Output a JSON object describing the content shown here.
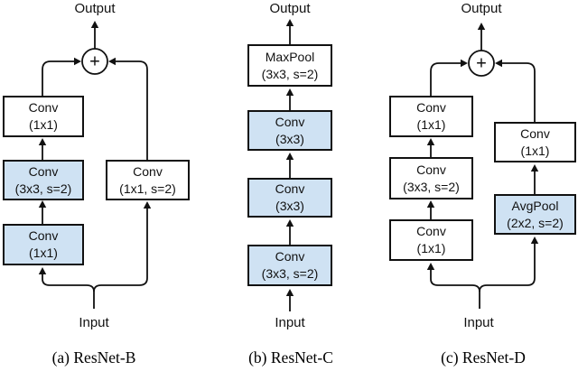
{
  "figure": {
    "panels": [
      {
        "caption": "(a) ResNet-B",
        "output_label": "Output",
        "input_label": "Input",
        "plus_symbol": "+",
        "blocks": [
          {
            "label": "Conv",
            "detail": "(1x1)",
            "highlighted": false
          },
          {
            "label": "Conv",
            "detail": "(3x3, s=2)",
            "highlighted": true
          },
          {
            "label": "Conv",
            "detail": "(1x1)",
            "highlighted": true
          },
          {
            "label": "Conv",
            "detail": "(1x1, s=2)",
            "highlighted": false
          }
        ]
      },
      {
        "caption": "(b) ResNet-C",
        "output_label": "Output",
        "input_label": "Input",
        "blocks": [
          {
            "label": "MaxPool",
            "detail": "(3x3, s=2)",
            "highlighted": false
          },
          {
            "label": "Conv",
            "detail": "(3x3)",
            "highlighted": true
          },
          {
            "label": "Conv",
            "detail": "(3x3)",
            "highlighted": true
          },
          {
            "label": "Conv",
            "detail": "(3x3, s=2)",
            "highlighted": true
          }
        ]
      },
      {
        "caption": "(c) ResNet-D",
        "output_label": "Output",
        "input_label": "Input",
        "plus_symbol": "+",
        "blocks": [
          {
            "label": "Conv",
            "detail": "(1x1)",
            "highlighted": false
          },
          {
            "label": "Conv",
            "detail": "(3x3, s=2)",
            "highlighted": false
          },
          {
            "label": "Conv",
            "detail": "(1x1)",
            "highlighted": false
          },
          {
            "label": "Conv",
            "detail": "(1x1)",
            "highlighted": false
          },
          {
            "label": "AvgPool",
            "detail": "(2x2, s=2)",
            "highlighted": true
          }
        ]
      }
    ]
  },
  "colors": {
    "highlight_fill": "#cfe2f3",
    "line_color": "#111111",
    "text_color": "#111111",
    "background": "#ffffff"
  }
}
